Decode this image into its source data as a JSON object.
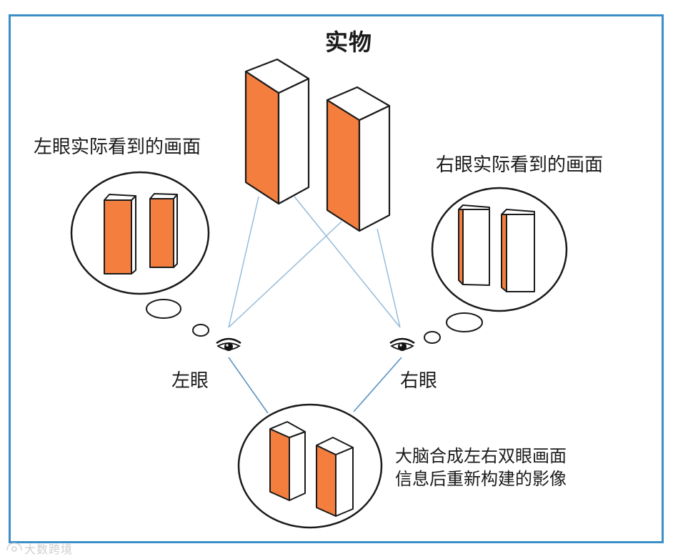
{
  "title": "实物",
  "labels": {
    "left_view": "左眼实际看到的画面",
    "right_view": "右眼实际看到的画面",
    "left_eye": "左眼",
    "right_eye": "右眼",
    "brain_line1": "大脑合成左右双眼画面",
    "brain_line2": "信息后重新构建的影像"
  },
  "watermark": "大数跨境",
  "colors": {
    "frame": "#3b8fc9",
    "box_orange": "#f37e3e",
    "outline": "#1a1a1a",
    "sight_line": "#8fb8d8"
  },
  "icons": [
    "eye-icon",
    "watermark-icon"
  ]
}
